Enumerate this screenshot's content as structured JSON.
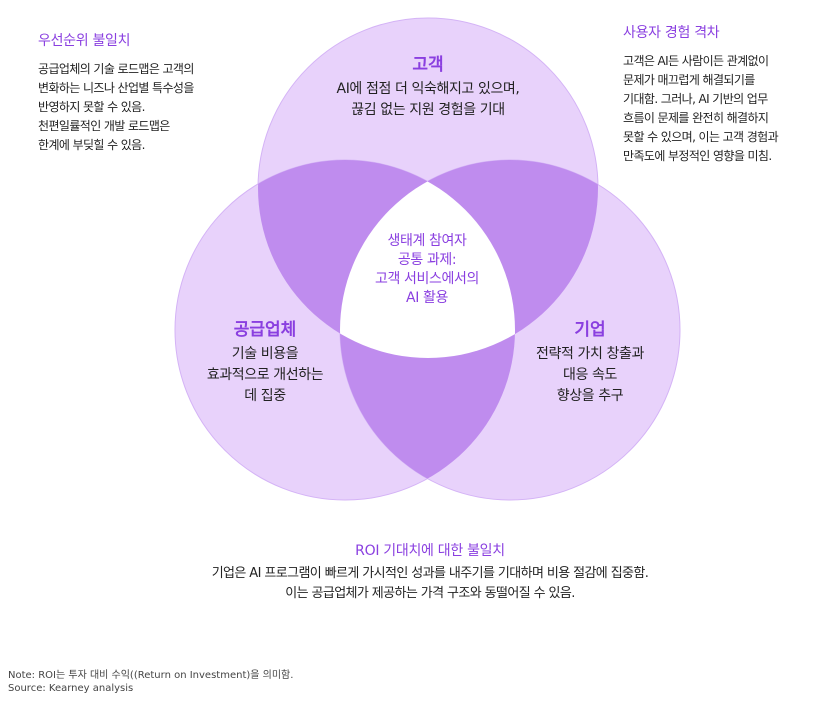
{
  "colors": {
    "circle_fill": "#e8d2fb",
    "circle_stroke": "#d4b3f6",
    "overlap_fill": "#bf8cee",
    "center_fill": "#ffffff",
    "accent": "#8a3fe0"
  },
  "top_left": {
    "title": "우선순위 불일치",
    "lines": [
      "공급업체의 기술 로드맵은 고객의",
      "변화하는 니즈나 산업별 특수성을",
      "반영하지 못할 수 있음.",
      "천편일률적인 개발 로드맵은",
      "한계에 부딪힐 수 있음."
    ]
  },
  "top_right": {
    "title": "사용자 경험 격차",
    "lines": [
      "고객은 AI든 사람이든 관계없이",
      "문제가 매끄럽게 해결되기를",
      "기대함. 그러나, AI 기반의 업무",
      "흐름이 문제를 완전히 해결하지",
      "못할 수 있으며, 이는 고객 경험과",
      "만족도에 부정적인 영향을 미침."
    ]
  },
  "circle_customer": {
    "title": "고객",
    "lines": [
      "AI에 점점 더 익숙해지고 있으며,",
      "끊김 없는 지원 경험을 기대"
    ]
  },
  "circle_supplier": {
    "title": "공급업체",
    "lines": [
      "기술 비용을",
      "효과적으로 개선하는",
      "데 집중"
    ]
  },
  "circle_enterprise": {
    "title": "기업",
    "lines": [
      "전략적 가치 창출과",
      "대응 속도",
      "향상을 추구"
    ]
  },
  "center": {
    "lines": [
      "생태계 참여자",
      "공통 과제:",
      "고객 서비스에서의",
      "AI 활용"
    ]
  },
  "bottom": {
    "title": "ROI 기대치에 대한 불일치",
    "lines": [
      "기업은 AI 프로그램이 빠르게 가시적인 성과를 내주기를 기대하며 비용 절감에 집중함.",
      "이는 공급업체가 제공하는 가격 구조와 동떨어질 수 있음."
    ]
  },
  "footer": {
    "note": "Note: ROI는 투자 대비 수익((Return on Investment)을 의미함.",
    "source": "Source: Kearney analysis"
  }
}
